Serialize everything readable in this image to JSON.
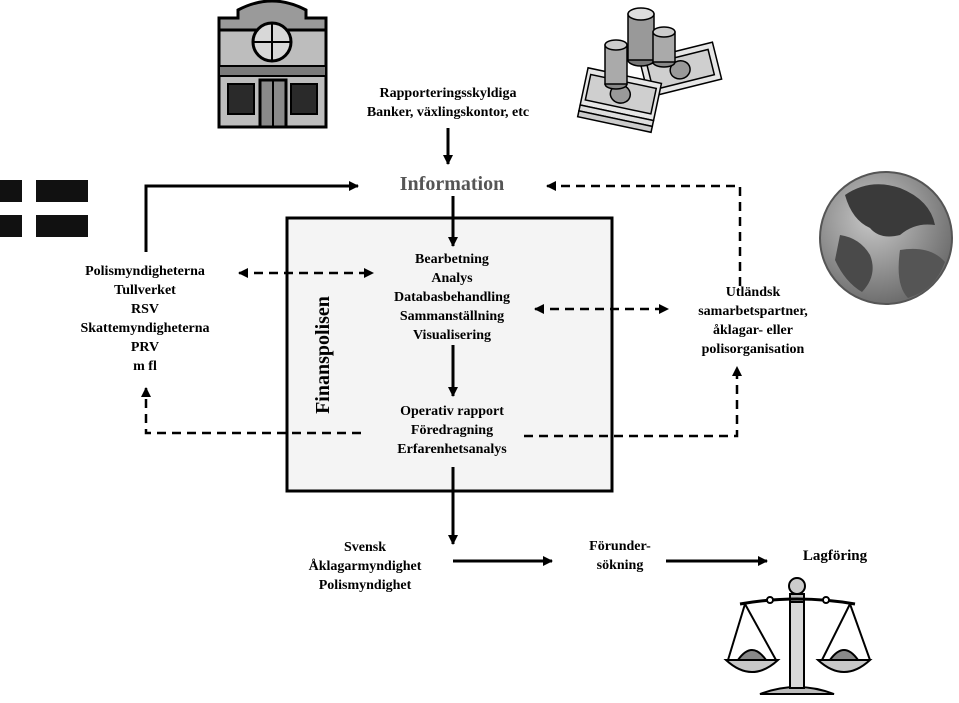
{
  "reporting": {
    "title": "Rapporteringsskyldiga",
    "subtitle": "Banker, växlingskontor, etc"
  },
  "information_label": "Information",
  "authorities": [
    "Polismyndigheterna",
    "Tullverket",
    "RSV",
    "Skattemyndigheterna",
    "PRV",
    "m fl"
  ],
  "finanspolisen": {
    "vertical_label": "Finanspolisen",
    "processing": [
      "Bearbetning",
      "Analys",
      "Databasbehandling",
      "Sammanställning",
      "Visualisering"
    ],
    "output": [
      "Operativ rapport",
      "Föredragning",
      "Erfarenhetsanalys"
    ]
  },
  "foreign_partner": [
    "Utländsk",
    "samarbetspartner,",
    "åklagar- eller",
    "polisorganisation"
  ],
  "swedish_authority": [
    "Svensk",
    "Åklagarmyndighet",
    "Polismyndighet"
  ],
  "preliminary_investigation": [
    "Förunder-",
    "sökning"
  ],
  "prosecution": "Lagföring",
  "icons": [
    "bank-building-icon",
    "money-stack-icon",
    "swedish-flag-icon",
    "globe-icon",
    "scales-of-justice-icon"
  ],
  "colors": {
    "box_fill": "#f4f4f4",
    "stroke": "#000000",
    "globe_dark": "#3a3a3a",
    "globe_light": "#a8a8a8"
  }
}
